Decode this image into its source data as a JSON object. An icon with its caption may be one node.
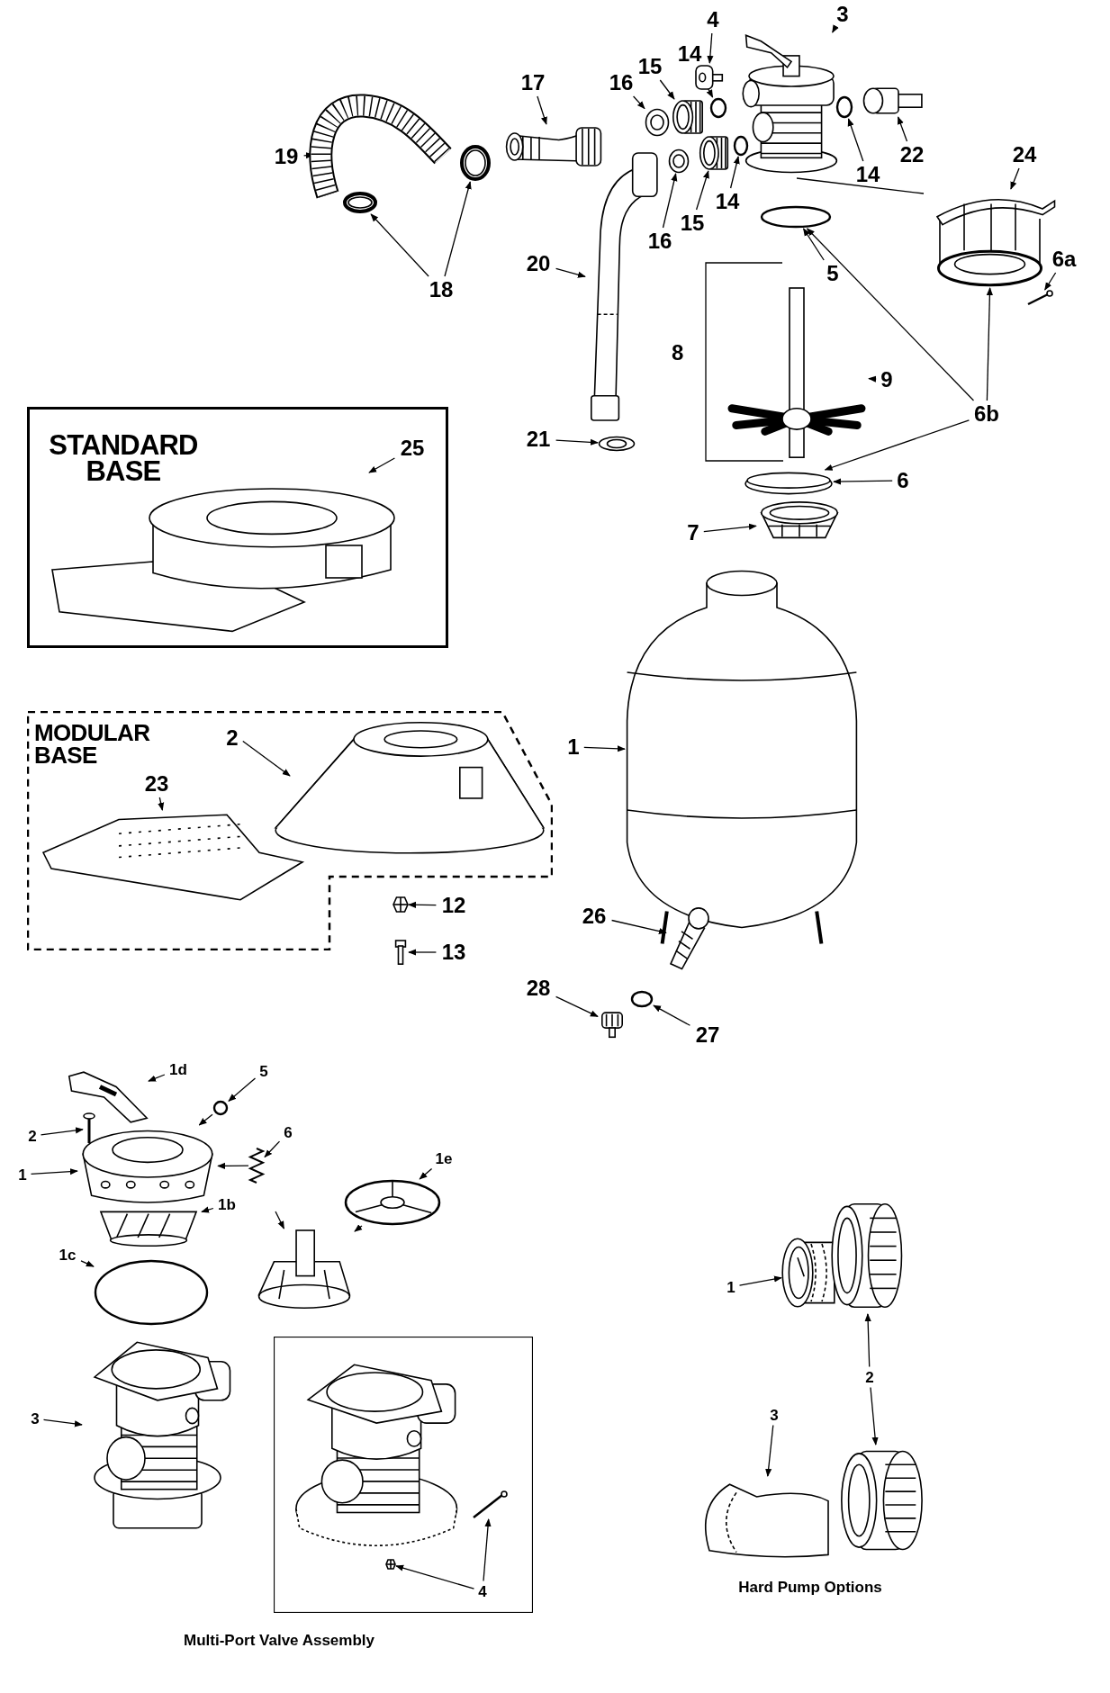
{
  "diagram": {
    "nodes": [
      {
        "text": [
          "3"
        ]
      },
      {
        "text": [
          "4"
        ]
      },
      {
        "text": [
          "14"
        ]
      },
      {
        "text": [
          "15"
        ]
      },
      {
        "text": [
          "16"
        ]
      },
      {
        "text": [
          "17"
        ]
      },
      {
        "text": [
          "19"
        ]
      },
      {
        "text": [
          "18"
        ]
      },
      {
        "text": [
          "14"
        ]
      },
      {
        "text": [
          "22"
        ]
      },
      {
        "text": [
          "24"
        ]
      },
      {
        "text": [
          "6a"
        ]
      },
      {
        "text": [
          "14"
        ]
      },
      {
        "text": [
          "15"
        ]
      },
      {
        "text": [
          "16"
        ]
      },
      {
        "text": [
          "20"
        ]
      },
      {
        "text": [
          "5"
        ]
      },
      {
        "text": [
          "9"
        ]
      },
      {
        "text": [
          "6b"
        ]
      },
      {
        "text": [
          "21"
        ]
      },
      {
        "text": [
          "6"
        ]
      },
      {
        "text": [
          "7"
        ]
      },
      {
        "text": [
          "STANDARD BASE"
        ]
      },
      {
        "text": [
          "25"
        ],
        "in": 22
      },
      {
        "text": [
          "MODULAR BASE"
        ]
      },
      {
        "text": [
          "2"
        ],
        "in": 24
      },
      {
        "text": [
          "23"
        ],
        "in": 24
      },
      {
        "text": [
          "1"
        ]
      },
      {
        "text": [
          "12"
        ]
      },
      {
        "text": [
          "13"
        ]
      },
      {
        "text": [
          "26"
        ]
      },
      {
        "text": [
          "28"
        ]
      },
      {
        "text": [
          "27"
        ]
      },
      {
        "text": [],
        "shape": "picture"
      },
      {
        "text": [],
        "shape": "picture"
      },
      {
        "text": [],
        "shape": "circle"
      },
      {
        "text": [],
        "shape": "picture"
      },
      {
        "text": [],
        "shape": "circle"
      },
      {
        "text": [],
        "shape": "picture"
      },
      {
        "text": [],
        "shape": "picture"
      },
      {
        "text": [],
        "shape": "picture"
      },
      {
        "text": [],
        "shape": "picture"
      },
      {
        "text": [],
        "shape": "circle"
      },
      {
        "text": [],
        "shape": "picture"
      },
      {
        "text": [],
        "shape": "picture"
      },
      {
        "text": [],
        "shape": "picture"
      },
      {
        "text": [],
        "shape": "circle"
      },
      {
        "text": [],
        "shape": "picture"
      },
      {
        "text": [],
        "shape": "circle"
      },
      {
        "text": [],
        "shape": "picture"
      },
      {
        "text": [],
        "shape": "circle"
      },
      {
        "text": [],
        "shape": "picture"
      },
      {
        "text": [],
        "shape": "circle"
      },
      {
        "text": [],
        "shape": "picture"
      },
      {
        "text": [],
        "shape": "picture"
      },
      {
        "text": [],
        "shape": "picture"
      },
      {
        "text": [],
        "shape": "picture"
      },
      {
        "text": [],
        "shape": "circle"
      },
      {
        "text": [],
        "shape": "picture"
      },
      {
        "text": [],
        "shape": "picture",
        "in": 22
      },
      {
        "text": [],
        "shape": "picture",
        "in": 24
      },
      {
        "text": [],
        "shape": "picture",
        "in": 24
      },
      {
        "text": [],
        "shape": "picture"
      },
      {
        "text": [],
        "shape": "picture"
      },
      {
        "text": [
          "1d"
        ]
      },
      {
        "text": [
          "5"
        ]
      },
      {
        "text": [
          "2"
        ]
      },
      {
        "text": [
          "6"
        ]
      },
      {
        "text": [
          "1e"
        ]
      },
      {
        "text": [
          "1"
        ]
      },
      {
        "text": [
          "1b"
        ]
      },
      {
        "text": [
          "1c"
        ]
      },
      {
        "text": [
          "3"
        ]
      },
      {
        "text": [],
        "shape": "box"
      },
      {
        "text": [
          "4"
        ],
        "in": 73
      },
      {
        "text": [],
        "shape": "picture"
      },
      {
        "text": [],
        "shape": "circle"
      },
      {
        "text": [],
        "shape": "picture"
      },
      {
        "text": [],
        "shape": "picture"
      },
      {
        "text": [],
        "shape": "picture"
      },
      {
        "text": [],
        "shape": "picture"
      },
      {
        "text": [],
        "shape": "picture"
      },
      {
        "text": [],
        "shape": "picture"
      },
      {
        "text": [],
        "shape": "circle"
      },
      {
        "text": [],
        "shape": "picture"
      },
      {
        "text": [],
        "shape": "picture",
        "in": 73
      },
      {
        "text": [],
        "shape": "picture",
        "in": 73
      },
      {
        "text": [],
        "shape": "picture",
        "in": 73
      },
      {
        "text": [
          "1"
        ]
      },
      {
        "text": [
          "2"
        ]
      },
      {
        "text": [
          "3"
        ]
      },
      {
        "text": [],
        "shape": "picture"
      },
      {
        "text": [],
        "shape": "picture"
      },
      {
        "text": [],
        "shape": "picture"
      },
      {
        "text": [],
        "shape": "picture"
      }
    ],
    "edges": [
      {
        "from": 0,
        "to": 33,
        "arrow": "to"
      },
      {
        "from": 1,
        "to": 34,
        "arrow": "to"
      },
      {
        "from": 2,
        "to": 35,
        "arrow": "to"
      },
      {
        "from": 3,
        "to": 36,
        "arrow": "to"
      },
      {
        "from": 4,
        "to": 37,
        "arrow": "to"
      },
      {
        "from": 5,
        "to": 38,
        "arrow": "to"
      },
      {
        "from": 6,
        "to": 39,
        "arrow": "to"
      },
      {
        "from": 7,
        "to": 40,
        "arrow": "to"
      },
      {
        "from": 7,
        "to": 41,
        "arrow": "to"
      },
      {
        "from": 8,
        "to": 42,
        "arrow": "to"
      },
      {
        "from": 9,
        "to": 43,
        "arrow": "to"
      },
      {
        "from": 10,
        "to": 44,
        "arrow": "to"
      },
      {
        "from": 11,
        "to": 45,
        "arrow": "to"
      },
      {
        "from": 12,
        "to": 46,
        "arrow": "to"
      },
      {
        "from": 13,
        "to": 47,
        "arrow": "to"
      },
      {
        "from": 14,
        "to": 48,
        "arrow": "to"
      },
      {
        "from": 15,
        "to": 49,
        "arrow": "to"
      },
      {
        "from": 16,
        "to": 50,
        "arrow": "to"
      },
      {
        "from": 17,
        "to": 51,
        "arrow": "to"
      },
      {
        "from": 18,
        "to": 44,
        "arrow": "to"
      },
      {
        "from": 18,
        "to": 50,
        "arrow": "to"
      },
      {
        "from": 18,
        "to": 53,
        "arrow": "to"
      },
      {
        "from": 19,
        "to": 52,
        "arrow": "to"
      },
      {
        "from": 20,
        "to": 53,
        "arrow": "to"
      },
      {
        "from": 21,
        "to": 54,
        "arrow": "to"
      },
      {
        "from": 23,
        "to": 59,
        "arrow": "to"
      },
      {
        "from": 25,
        "to": 60,
        "arrow": "to"
      },
      {
        "from": 26,
        "to": 61,
        "arrow": "to"
      },
      {
        "from": 27,
        "to": 55,
        "arrow": "to"
      },
      {
        "from": 28,
        "to": 62,
        "arrow": "to"
      },
      {
        "from": 29,
        "to": 63,
        "arrow": "to"
      },
      {
        "from": 30,
        "to": 56,
        "arrow": "to"
      },
      {
        "from": 31,
        "to": 58,
        "arrow": "to"
      },
      {
        "from": 32,
        "to": 57,
        "arrow": "to"
      },
      {
        "from": 33,
        "to": 44,
        "arrow": "none"
      },
      {
        "from": 64,
        "to": 75,
        "arrow": "to"
      },
      {
        "from": 65,
        "to": 76,
        "arrow": "to"
      },
      {
        "from": 76,
        "to": 79,
        "arrow": "to"
      },
      {
        "from": 66,
        "to": 77,
        "arrow": "to"
      },
      {
        "from": 67,
        "to": 78,
        "arrow": "to"
      },
      {
        "from": 78,
        "to": 79,
        "arrow": "to"
      },
      {
        "from": 68,
        "to": 81,
        "arrow": "to"
      },
      {
        "from": 81,
        "to": 82,
        "arrow": "to"
      },
      {
        "from": null,
        "to": 82,
        "arrow": "to"
      },
      {
        "from": 69,
        "to": 79,
        "arrow": "to"
      },
      {
        "from": 70,
        "to": 80,
        "arrow": "to"
      },
      {
        "from": 71,
        "to": 83,
        "arrow": "to"
      },
      {
        "from": 72,
        "to": 84,
        "arrow": "to"
      },
      {
        "from": 74,
        "to": 86,
        "arrow": "to"
      },
      {
        "from": 74,
        "to": 87,
        "arrow": "to"
      },
      {
        "from": 88,
        "to": 91,
        "arrow": "to"
      },
      {
        "from": 89,
        "to": 92,
        "arrow": "to"
      },
      {
        "from": 89,
        "to": 94,
        "arrow": "to"
      },
      {
        "from": 90,
        "to": 93,
        "arrow": "to"
      }
    ],
    "labels": [
      "8",
      "Multi-Port Valve Assembly",
      "Hard Pump Options"
    ]
  }
}
